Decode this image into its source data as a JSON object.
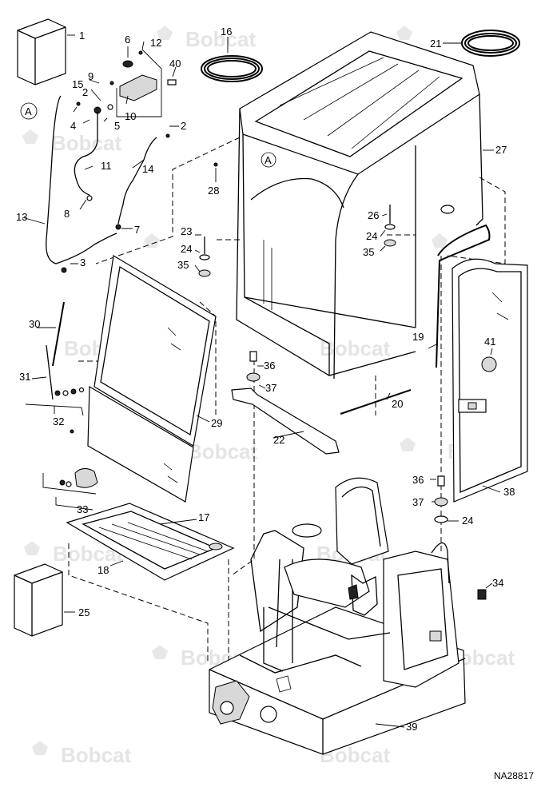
{
  "diagram": {
    "document_id": "NA28817",
    "watermark_text": "Bobcat",
    "reference_marker": "A",
    "callouts": [
      "1",
      "2",
      "3",
      "4",
      "5",
      "6",
      "7",
      "8",
      "9",
      "10",
      "11",
      "12",
      "13",
      "14",
      "15",
      "16",
      "17",
      "18",
      "19",
      "20",
      "21",
      "22",
      "23",
      "24",
      "25",
      "26",
      "27",
      "28",
      "29",
      "30",
      "31",
      "32",
      "33",
      "34",
      "35",
      "36",
      "37",
      "38",
      "39",
      "40",
      "41"
    ]
  }
}
